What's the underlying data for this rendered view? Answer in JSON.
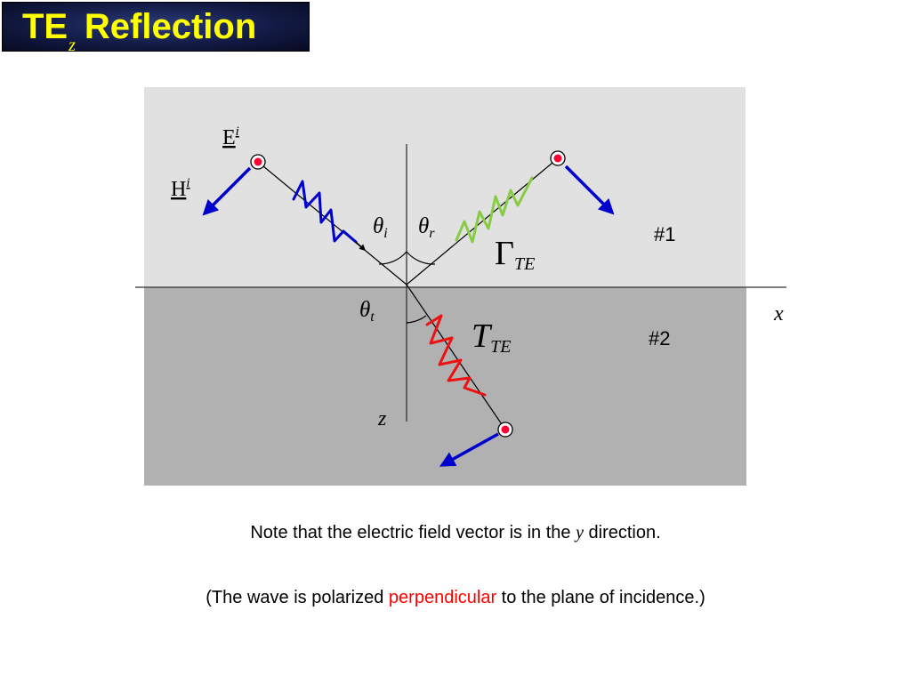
{
  "title": {
    "main": "TE",
    "subscript": "z",
    "rest": "Reflection"
  },
  "labels": {
    "e_field": "E",
    "e_sup": "i",
    "h_field": "H",
    "h_sup": "i",
    "theta": "θ",
    "theta_i_sub": "i",
    "theta_r_sub": "r",
    "theta_t_sub": "t",
    "gamma": "Γ",
    "gamma_sub": "TE",
    "tau": "T",
    "tau_sub": "TE",
    "region1": "#1",
    "region2": "#2",
    "axis_x": "x",
    "axis_z": "z"
  },
  "notes": {
    "line1_before": "Note that the electric field vector is in the ",
    "line1_var": "y",
    "line1_after": " direction.",
    "line2_before": "(The wave is polarized ",
    "line2_highlight": "perpendicular",
    "line2_after": " to the plane of incidence.)"
  },
  "colors": {
    "title_text": "#ffff00",
    "incident_wave": "#0000cc",
    "reflected_wave": "#88cc44",
    "transmitted_wave": "#ee1111",
    "field_dot": "#ff0033",
    "region1": "#e1e1e1",
    "region2": "#b1b1b1",
    "highlight": "#ff0000"
  }
}
